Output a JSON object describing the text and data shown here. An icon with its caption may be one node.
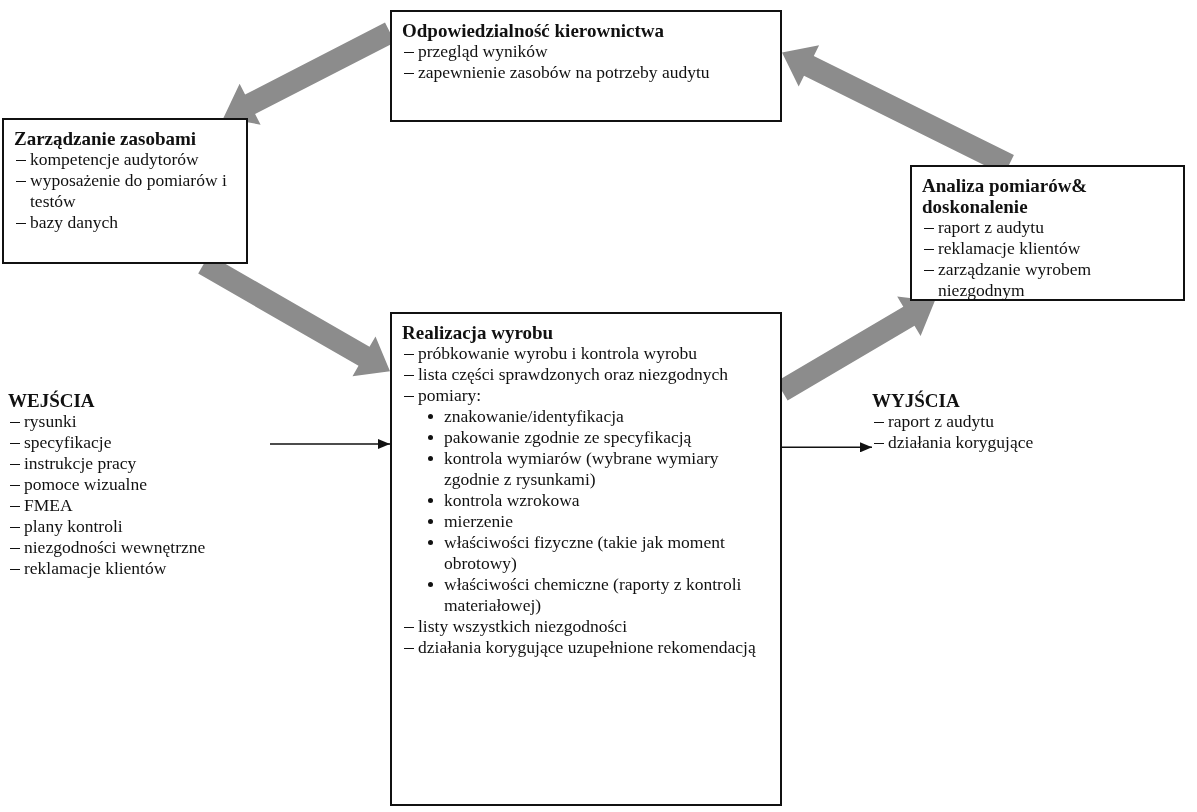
{
  "diagram": {
    "nodes": [
      {
        "text": [
          "Odpowiedzialność kierownictwa",
          "przegląd wyników",
          "zapewnienie zasobów na potrzeby audytu"
        ]
      },
      {
        "text": [
          "Zarządzanie zasobami",
          "kompetencje audytorów",
          "wyposażenie do pomiarów i testów",
          "bazy danych"
        ]
      },
      {
        "text": [
          "Analiza pomiarów& doskonalenie",
          "raport z audytu",
          "reklamacje klientów",
          "zarządzanie wyrobem niezgodnym"
        ]
      },
      {
        "text": [
          "WEJŚCIA",
          "rysunki",
          "specyfikacje",
          "instrukcje pracy",
          "pomoce wizualne",
          "FMEA",
          "plany kontroli",
          "niezgodności wewnętrzne",
          "reklamacje klientów"
        ]
      },
      {
        "text": [
          "Realizacja wyrobu",
          "próbkowanie wyrobu i kontrola wyrobu",
          "lista części sprawdzonych oraz niezgodnych",
          "pomiary:",
          "znakowanie/identyfikacja",
          "pakowanie zgodnie ze specyfikacją",
          "kontrola wymiarów (wybrane wymiary zgodnie z rysunkami)",
          "kontrola wzrokowa",
          "mierzenie",
          "właściwości fizyczne (takie jak moment obrotowy)",
          "właściwości chemiczne (raporty z kontroli materiałowej)",
          "listy wszystkich niezgodności",
          "działania korygujące uzupełnione rekomendacją"
        ]
      },
      {
        "text": [
          "WYJŚCIA",
          "raport z audytu",
          "działania korygujące"
        ]
      }
    ],
    "edges": [
      {
        "from": 0,
        "to": 1,
        "arrow": "to",
        "style": "thick"
      },
      {
        "from": 1,
        "to": 4,
        "arrow": "to",
        "style": "thick"
      },
      {
        "from": 4,
        "to": 2,
        "arrow": "to",
        "style": "thick"
      },
      {
        "from": 2,
        "to": 0,
        "arrow": "to",
        "style": "thick"
      },
      {
        "from": 3,
        "to": 4,
        "arrow": "to",
        "color": "#111111"
      },
      {
        "from": 4,
        "to": 5,
        "arrow": "to",
        "color": "#111111"
      }
    ]
  }
}
